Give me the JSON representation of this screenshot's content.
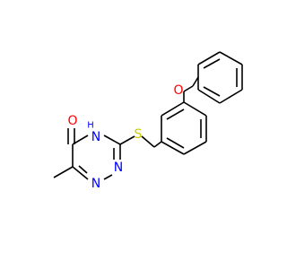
{
  "molecule": {
    "atoms": {
      "oxygen_carbonyl": "O",
      "nitrogen_h": "N",
      "hydrogen": "H",
      "nitrogen_1": "N",
      "nitrogen_2": "N",
      "sulfur": "S",
      "oxygen_ether": "O"
    },
    "colors": {
      "bond": "#000000",
      "oxygen": "#ff0000",
      "nitrogen": "#0000ff",
      "sulfur": "#cccc00"
    }
  }
}
